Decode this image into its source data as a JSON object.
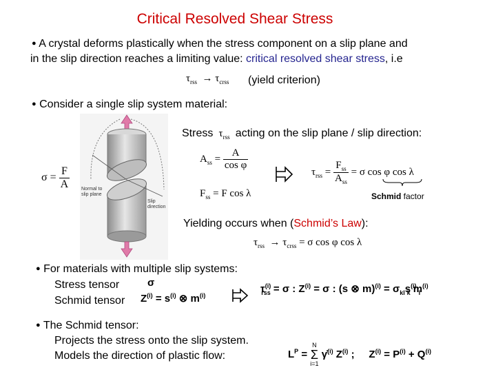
{
  "title": "Critical Resolved Shear Stress",
  "bullet1": {
    "line1": "A crystal deforms plastically when the stress component on a slip plane and",
    "line2_prefix": "in the slip direction reaches a limiting value: ",
    "line2_highlight": "critical resolved shear stress",
    "line2_suffix": ", i.e",
    "criterion_note": "(yield criterion)"
  },
  "bullet2": {
    "text": "Consider a single slip system material:"
  },
  "stress_line": {
    "prefix": "Stress",
    "suffix": "acting on the slip plane / slip direction:"
  },
  "figure": {
    "label_normal": "Normal to slip plane",
    "label_slip": "Slip direction"
  },
  "schmid_factor": {
    "bold": "Schmid",
    "rest": " factor"
  },
  "yielding": {
    "prefix": "Yielding occurs when (",
    "law": "Schmid’s Law",
    "suffix": "):"
  },
  "bullet3": {
    "text": "For materials with multiple slip systems:",
    "stress_tensor": "Stress tensor",
    "schmid_tensor": "Schmid tensor"
  },
  "bullet4": {
    "text": "The Schmid tensor:",
    "line1": "Projects the stress onto the slip system.",
    "line2": "Models the direction of plastic flow:"
  },
  "colors": {
    "title": "#cc0000",
    "highlight": "#24248f",
    "law": "#cc0000"
  }
}
